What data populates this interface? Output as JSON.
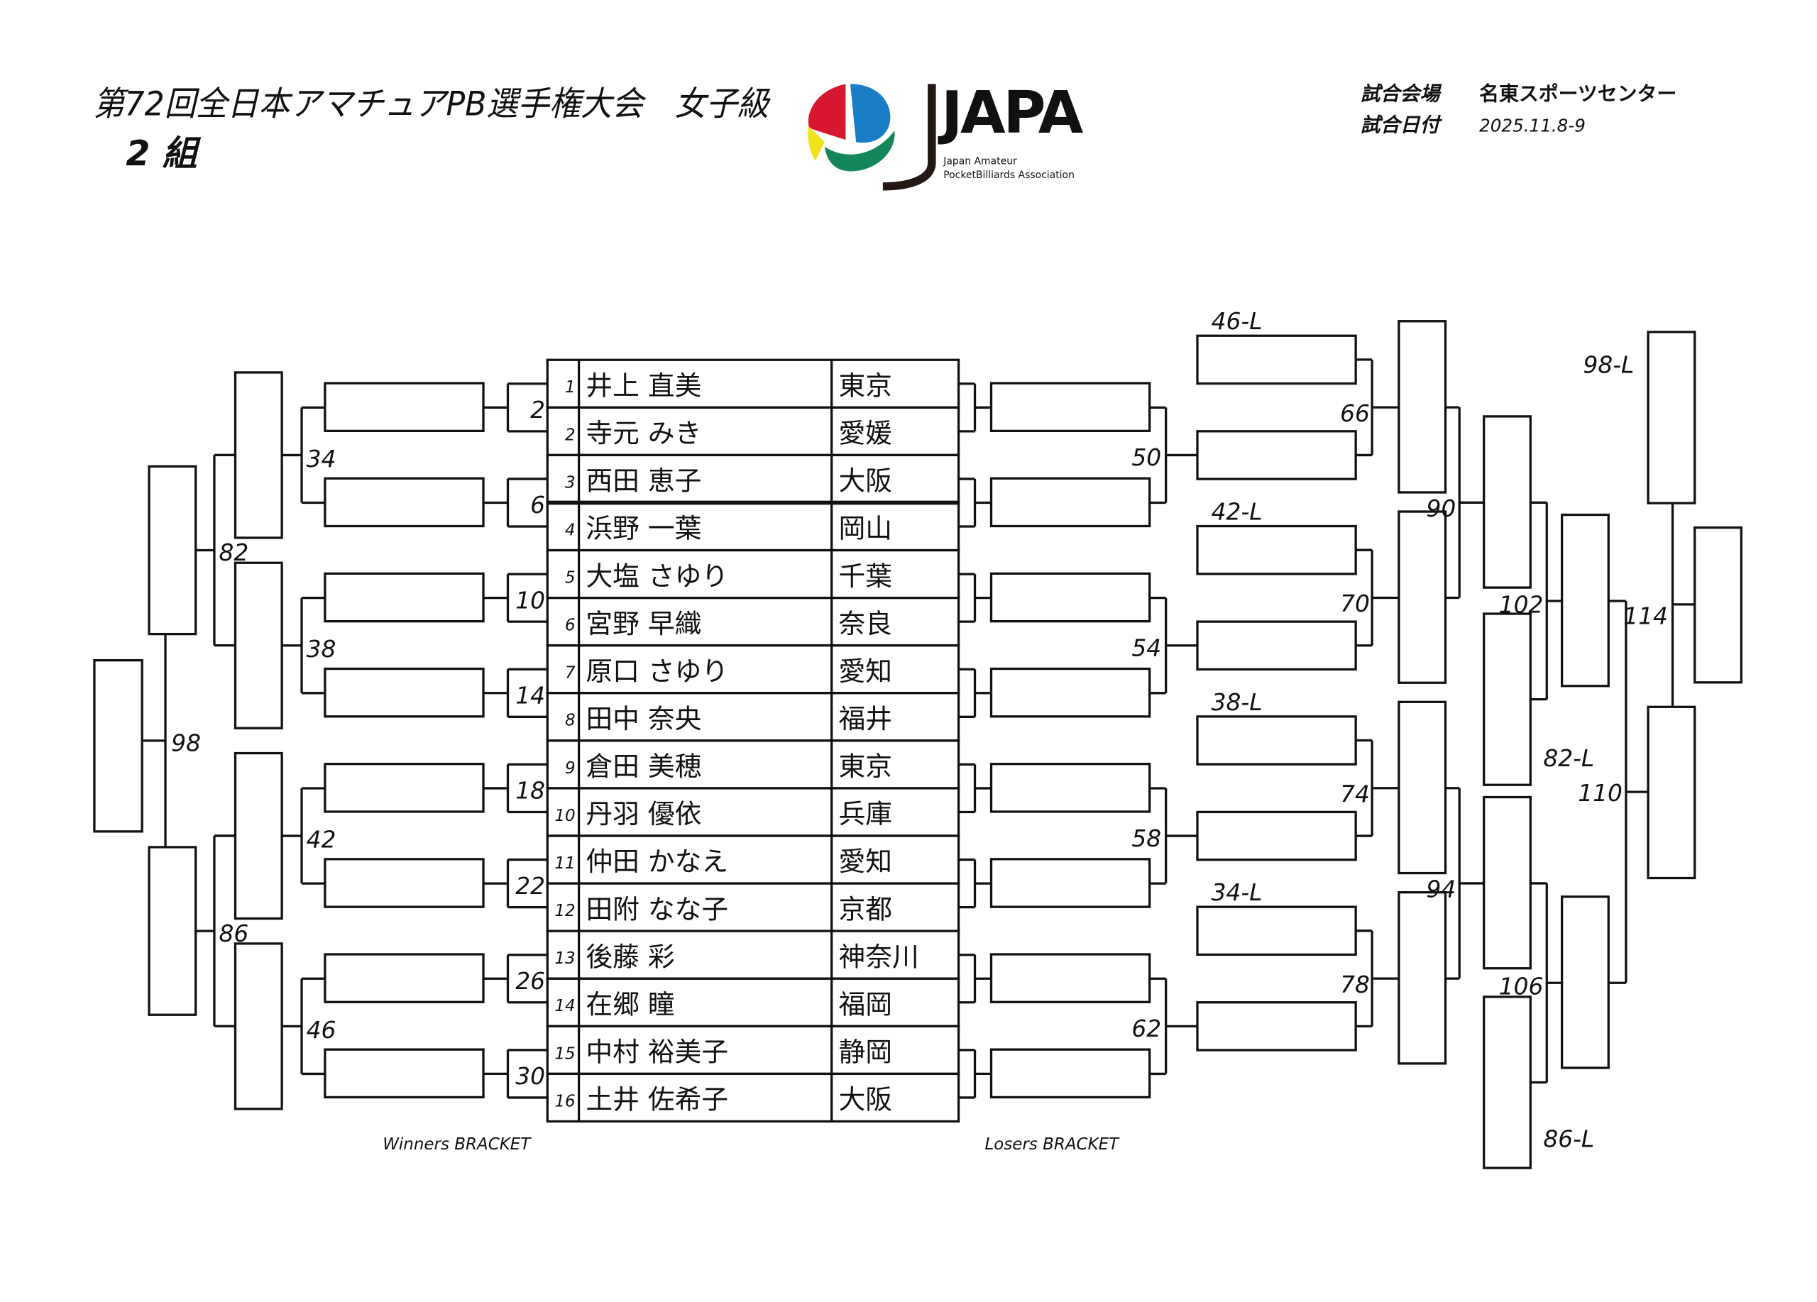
{
  "header": {
    "title": "第72回全日本アマチュアPB選手権大会　女子級",
    "group": "2 組",
    "venue_label": "試合会場",
    "venue_value": "名東スポーツセンター",
    "date_label": "試合日付",
    "date_value": "2025.11.8-9"
  },
  "logo": {
    "mark": "JAPA",
    "line1": "Japan Amateur",
    "line2": "PocketBilliards Association",
    "colors": {
      "red": "#d7172f",
      "blue": "#1a7ec6",
      "yellow": "#f2e21b",
      "green": "#14875a",
      "ink": "#231815"
    }
  },
  "players": [
    {
      "no": "1",
      "name": "井上 直美",
      "pref": "東京"
    },
    {
      "no": "2",
      "name": "寺元 みき",
      "pref": "愛媛"
    },
    {
      "no": "3",
      "name": "西田 恵子",
      "pref": "大阪"
    },
    {
      "no": "4",
      "name": "浜野 一葉",
      "pref": "岡山"
    },
    {
      "no": "5",
      "name": "大塩 さゆり",
      "pref": "千葉"
    },
    {
      "no": "6",
      "name": "宮野 早織",
      "pref": "奈良"
    },
    {
      "no": "7",
      "name": "原口 さゆり",
      "pref": "愛知"
    },
    {
      "no": "8",
      "name": "田中 奈央",
      "pref": "福井"
    },
    {
      "no": "9",
      "name": "倉田 美穂",
      "pref": "東京"
    },
    {
      "no": "10",
      "name": "丹羽 優依",
      "pref": "兵庫"
    },
    {
      "no": "11",
      "name": "仲田 かなえ",
      "pref": "愛知"
    },
    {
      "no": "12",
      "name": "田附 なな子",
      "pref": "京都"
    },
    {
      "no": "13",
      "name": "後藤 彩",
      "pref": "神奈川"
    },
    {
      "no": "14",
      "name": "在郷 瞳",
      "pref": "福岡"
    },
    {
      "no": "15",
      "name": "中村 裕美子",
      "pref": "静岡"
    },
    {
      "no": "16",
      "name": "土井 佐希子",
      "pref": "大阪"
    }
  ],
  "winners": {
    "label": "Winners BRACKET",
    "round1": [
      "2",
      "6",
      "10",
      "14",
      "18",
      "22",
      "26",
      "30"
    ],
    "round2": [
      "34",
      "38",
      "42",
      "46"
    ],
    "round3": [
      "82",
      "86"
    ],
    "final": "98"
  },
  "losers": {
    "label": "Losers BRACKET",
    "round1": [
      "50",
      "54",
      "58",
      "62"
    ],
    "drop_in1": [
      "46-L",
      "42-L",
      "38-L",
      "34-L"
    ],
    "round2": [
      "66",
      "70",
      "74",
      "78"
    ],
    "round3": [
      "90",
      "94"
    ],
    "drop_in2": [
      "82-L",
      "86-L"
    ],
    "round4": [
      "102",
      "106"
    ],
    "round5": "110",
    "drop_in3": "98-L",
    "final": "114"
  }
}
